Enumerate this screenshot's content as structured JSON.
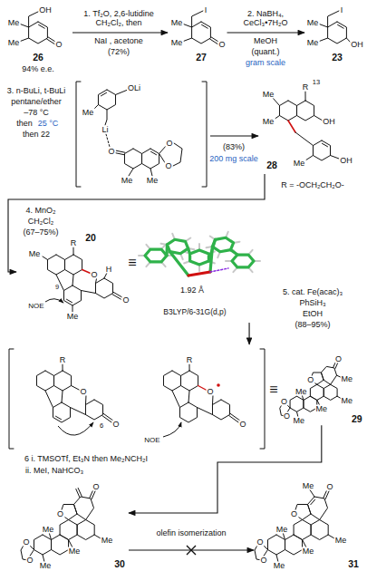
{
  "diagram": {
    "nodes": [
      {
        "text": [
          "26",
          "OH",
          "Me",
          "Me",
          "O"
        ]
      },
      {
        "text": [
          "27",
          "I",
          "Me",
          "Me",
          "O"
        ]
      },
      {
        "text": [
          "23",
          "I",
          "Me",
          "Me",
          "OH"
        ]
      },
      {
        "text": [
          "OLi",
          "Li",
          "O",
          "O",
          "O",
          "Me",
          "Me",
          "Me"
        ]
      },
      {
        "text": [
          "28",
          "R",
          "13",
          "OH",
          "Me",
          "Me",
          "Me",
          "OH"
        ]
      },
      {
        "text": [
          "20",
          "R",
          "9",
          "O",
          "H",
          "O",
          "Me",
          "Me",
          "NOE"
        ]
      },
      {
        "text": [
          "R",
          "O",
          "O",
          "6",
          "R",
          "O",
          "O",
          "NOE"
        ]
      },
      {
        "text": [
          "29",
          "O",
          "O",
          "O",
          "O",
          "Me",
          "Me",
          "Me",
          "Me",
          "Me"
        ]
      },
      {
        "text": [
          "30",
          "O",
          "O",
          "O",
          "O",
          "Me",
          "Me",
          "Me",
          "Me"
        ]
      },
      {
        "text": [
          "31",
          "O",
          "O",
          "O",
          "O",
          "Me",
          "Me",
          "Me",
          "Me",
          "Me"
        ]
      }
    ],
    "edges": [
      {
        "from": 0,
        "to": 1,
        "arrow": "to",
        "label": "1. Tf₂O, 2,6-lutidine CH₂Cl₂, then"
      },
      {
        "from": 1,
        "to": 2,
        "arrow": "to",
        "label": "2. NaBH₄, CeCl₃•7H₂O"
      },
      {
        "from": 3,
        "to": 4,
        "arrow": "to",
        "label": "(83%)"
      },
      {
        "from": 4,
        "to": 5,
        "arrow": "to"
      },
      {
        "from": 5,
        "to": 6,
        "arrow": "to"
      },
      {
        "from": 7,
        "to": 8,
        "arrow": "to"
      },
      {
        "from": 8,
        "to": 9,
        "arrow": "to",
        "label": "olefin isomerization"
      }
    ],
    "labels": [
      "NaI , acetone",
      "(72%)",
      "94% e.e.",
      "MeOH",
      "(quant.)",
      "gram scale",
      "3. n-BuLi, t-BuLi",
      "pentane/ether",
      "–78 °C",
      "then",
      "25 °C",
      "then 22",
      "200 mg scale",
      "R = -OCH₂CH₂O-",
      "4. MnO₂",
      "CH₂Cl₂",
      "(67–75%)",
      "≡",
      "1.92 Å",
      "B3LYP/6-31G(d,p)",
      "5. cat. Fe(acac)₃",
      "PhSiH₃",
      "EtOH",
      "(88–95%)",
      "≡",
      "6 i. TMSOTf, Et₃N then Me₂NCH₂I",
      "ii. MeI, NaHCO₃"
    ]
  }
}
